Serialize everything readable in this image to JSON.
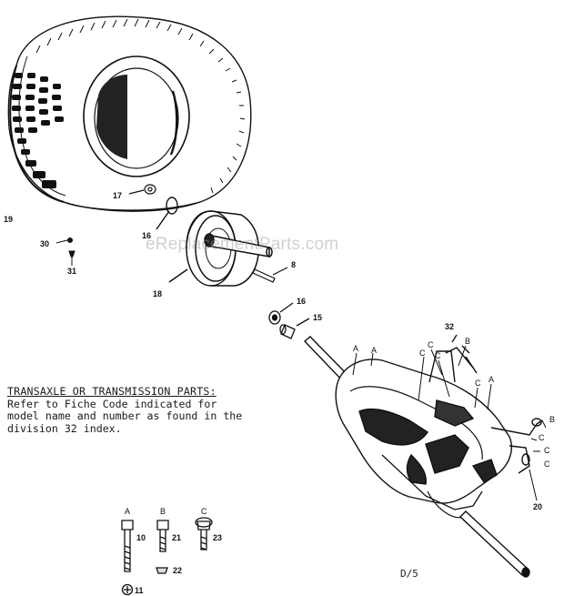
{
  "watermark": "eReplacementParts.com",
  "note": {
    "title": "TRANSAXLE OR TRANSMISSION PARTS:",
    "lines": [
      "Refer to Fiche Code indicated for",
      "model name and number as found in the",
      "division 32 index."
    ]
  },
  "page_code": "D/5",
  "callouts": {
    "tire": "19",
    "valve_cap": "17",
    "o_ring": "16",
    "rim": "18",
    "key": "8",
    "washer": "16",
    "spacer": "15",
    "screw": "30",
    "screw_nut": "31",
    "bracket_bolt": "32",
    "linkage": "20",
    "bolt_a": "10",
    "bolt_b": "21",
    "bolt_c": "23",
    "nut_a": "11",
    "nut_b": "22"
  },
  "letters": {
    "a": "A",
    "b": "B",
    "c": "C"
  }
}
